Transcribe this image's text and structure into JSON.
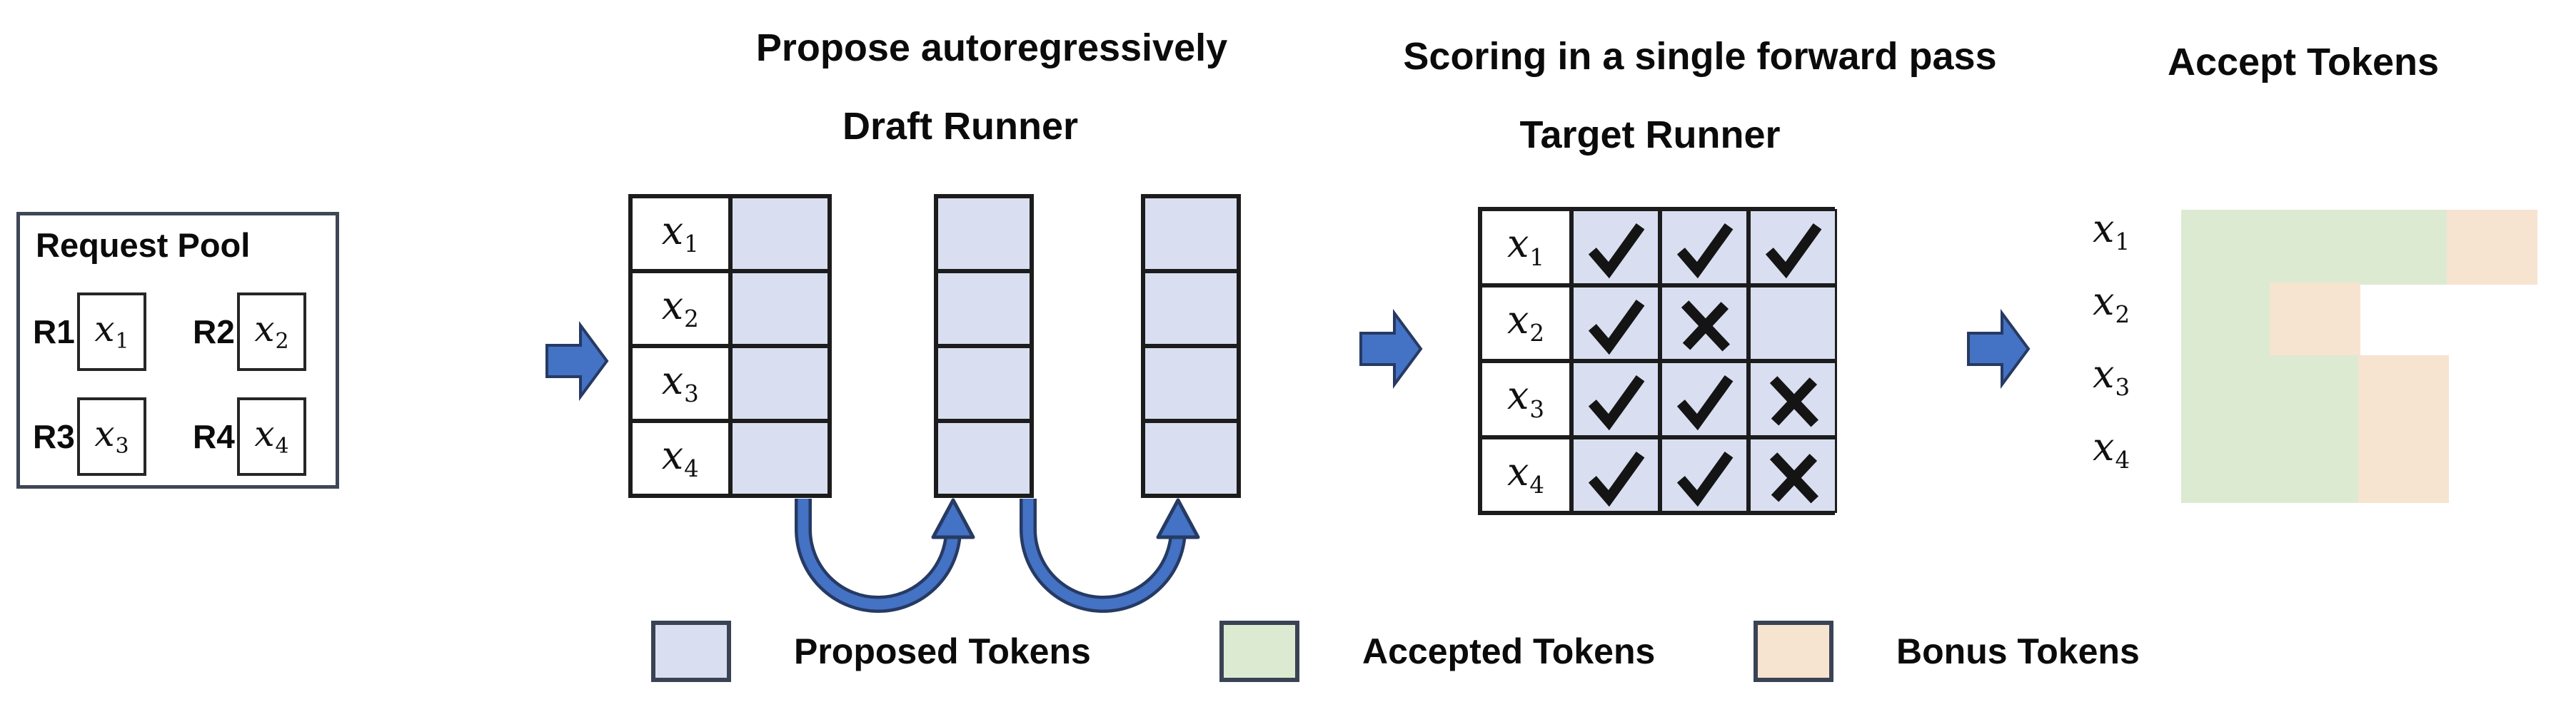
{
  "titles": {
    "draft_line1": "Propose autoregressively",
    "draft_line2": "Draft Runner",
    "target_line1": "Scoring in a single forward pass",
    "target_line2": "Target Runner",
    "accept": "Accept Tokens"
  },
  "request_pool": {
    "title": "Request Pool",
    "requests": [
      {
        "id": "R1",
        "token_base": "x",
        "token_sub": "1"
      },
      {
        "id": "R2",
        "token_base": "x",
        "token_sub": "2"
      },
      {
        "id": "R3",
        "token_base": "x",
        "token_sub": "3"
      },
      {
        "id": "R4",
        "token_base": "x",
        "token_sub": "4"
      }
    ]
  },
  "draft_runner": {
    "row_labels": [
      {
        "base": "x",
        "sub": "1"
      },
      {
        "base": "x",
        "sub": "2"
      },
      {
        "base": "x",
        "sub": "3"
      },
      {
        "base": "x",
        "sub": "4"
      }
    ],
    "proposal_steps": 3,
    "rows_per_step": 4
  },
  "target_runner": {
    "row_labels": [
      {
        "base": "x",
        "sub": "1"
      },
      {
        "base": "x",
        "sub": "2"
      },
      {
        "base": "x",
        "sub": "3"
      },
      {
        "base": "x",
        "sub": "4"
      }
    ],
    "marks": [
      [
        "check",
        "check",
        "check"
      ],
      [
        "check",
        "cross",
        "none"
      ],
      [
        "check",
        "check",
        "cross"
      ],
      [
        "check",
        "check",
        "cross"
      ]
    ]
  },
  "accept_tokens": {
    "row_labels": [
      {
        "base": "x",
        "sub": "1"
      },
      {
        "base": "x",
        "sub": "2"
      },
      {
        "base": "x",
        "sub": "3"
      },
      {
        "base": "x",
        "sub": "4"
      }
    ],
    "rows": [
      [
        "accepted",
        "accepted",
        "accepted",
        "bonus"
      ],
      [
        "accepted",
        "bonus"
      ],
      [
        "accepted",
        "accepted",
        "bonus"
      ],
      [
        "accepted",
        "accepted",
        "bonus"
      ]
    ]
  },
  "legend": {
    "items": [
      {
        "key": "proposed",
        "label": "Proposed Tokens"
      },
      {
        "key": "accepted",
        "label": "Accepted Tokens"
      },
      {
        "key": "bonus",
        "label": "Bonus Tokens"
      }
    ]
  },
  "colors": {
    "proposed": "#d9def0",
    "accepted": "#dcead2",
    "bonus": "#f6e3d0",
    "arrow_fill": "#4472c4",
    "arrow_stroke": "#263a63",
    "grid_line": "#1c1c1c",
    "mark": "#141414"
  }
}
